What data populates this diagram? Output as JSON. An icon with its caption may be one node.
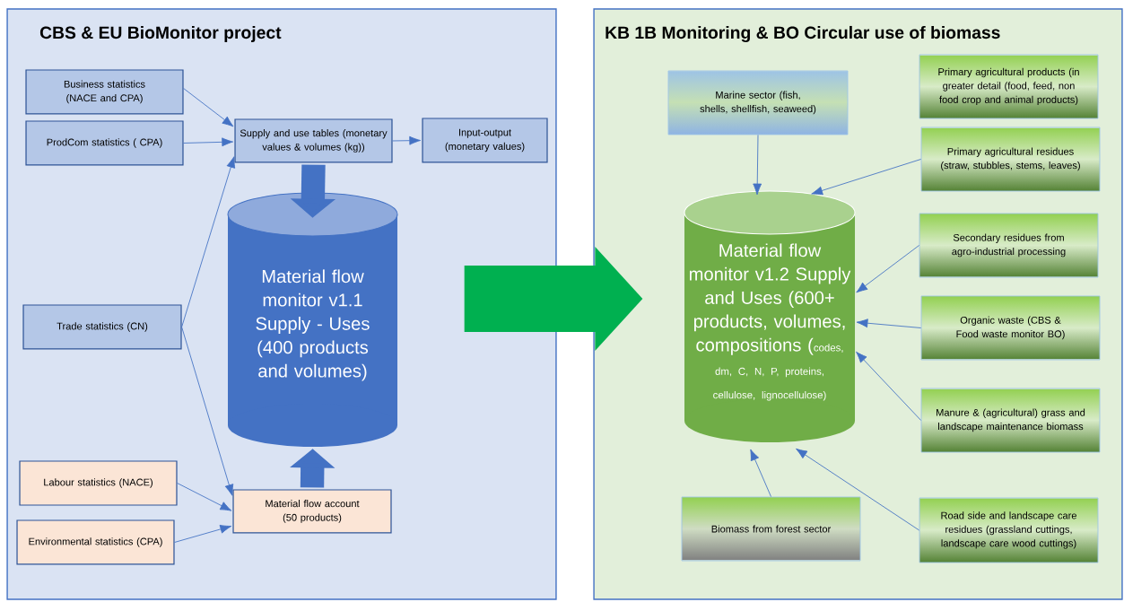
{
  "diagram": {
    "nodes": [
      {
        "text": [
          "CBS & EU BioMonitor project"
        ]
      },
      {
        "text": [
          "Business statistics (NACE and CPA)"
        ],
        "in": 0
      },
      {
        "text": [
          "ProdCom statistics ( CPA)"
        ],
        "in": 0
      },
      {
        "text": [
          "Supply and use tables (monetary values & volumes (kg))"
        ],
        "in": 0
      },
      {
        "text": [
          "Input-output (monetary values)"
        ],
        "in": 0
      },
      {
        "text": [
          "Material flow monitor v1.1 Supply - Uses (400 products and volumes)"
        ],
        "in": 0
      },
      {
        "text": [
          "Trade statistics (CN)"
        ],
        "in": 0
      },
      {
        "text": [
          "Labour statistics (NACE)"
        ],
        "in": 0
      },
      {
        "text": [
          "Environmental statistics (CPA)"
        ],
        "in": 0
      },
      {
        "text": [
          "Material flow account (50 products)"
        ],
        "in": 0
      },
      {
        "text": [
          "KB 1B Monitoring & BO Circular use of biomass"
        ]
      },
      {
        "text": [
          "Marine sector (fish, shells, shellfish, seaweed)"
        ],
        "in": 10
      },
      {
        "text": [
          "Primary agricultural products (in greater detail (food, feed, non food crop and animal products)"
        ],
        "in": 10
      },
      {
        "text": [
          "Primary agricultural residues (straw, stubbles, stems, leaves)"
        ],
        "in": 10
      },
      {
        "text": [
          "Material flow monitor v1.2 Supply and Uses (600+ products, volumes, compositions (",
          "codes, dm, C, N, P, proteins, cellulose, lignocellulose)"
        ],
        "in": 10
      },
      {
        "text": [
          "Secondary residues from agro-industrial processing"
        ],
        "in": 10
      },
      {
        "text": [
          "Organic waste (CBS & Food waste monitor BO)"
        ],
        "in": 10
      },
      {
        "text": [
          "Manure & (agricultural) grass and landscape maintenance biomass"
        ],
        "in": 10
      },
      {
        "text": [
          "Biomass from forest sector"
        ],
        "in": 10
      },
      {
        "text": [
          "Road side and landscape care residues (grassland cuttings, landscape care wood cuttings)"
        ],
        "in": 10
      }
    ],
    "edges": [
      {
        "from": 1,
        "to": 3,
        "arrow": "to"
      },
      {
        "from": 2,
        "to": 3,
        "arrow": "to"
      },
      {
        "from": 6,
        "to": 3,
        "arrow": "to"
      },
      {
        "from": 3,
        "to": 4,
        "arrow": "to"
      },
      {
        "from": 3,
        "to": 5,
        "arrow": "to",
        "style": "thick"
      },
      {
        "from": 6,
        "to": 9,
        "arrow": "to"
      },
      {
        "from": 7,
        "to": 9,
        "arrow": "to"
      },
      {
        "from": 8,
        "to": 9,
        "arrow": "to"
      },
      {
        "from": 9,
        "to": 5,
        "arrow": "to",
        "style": "thick"
      },
      {
        "from": 0,
        "to": 10,
        "arrow": "to",
        "style": "thick",
        "color": "#00b050"
      },
      {
        "from": 11,
        "to": 14,
        "arrow": "to"
      },
      {
        "from": 13,
        "to": 14,
        "arrow": "to"
      },
      {
        "from": 15,
        "to": 14,
        "arrow": "to"
      },
      {
        "from": 16,
        "to": 14,
        "arrow": "to"
      },
      {
        "from": 17,
        "to": 14,
        "arrow": "to"
      },
      {
        "from": 18,
        "to": 14,
        "arrow": "to"
      },
      {
        "from": 19,
        "to": 14,
        "arrow": "to"
      }
    ]
  }
}
